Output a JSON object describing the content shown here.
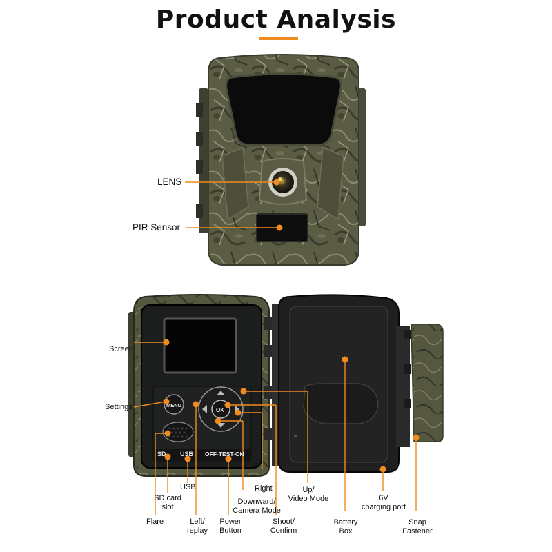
{
  "title": "Product Analysis",
  "colors": {
    "accent": "#f08c1f",
    "camo": "#56573f",
    "housing": "#1c1d1d"
  },
  "front_labels": {
    "lens": "LENS",
    "pir": "PIR Sensor"
  },
  "device_text": {
    "menu": "MENU",
    "ok": "OK",
    "sd": "SD",
    "usb": "USB",
    "switch": "OFF-TEST-ON"
  },
  "labels": {
    "screen": "Screen",
    "settings": "Settings",
    "usb": "USB",
    "sd_card_slot": [
      "SD card",
      "slot"
    ],
    "flare": "Flare",
    "left_replay": [
      "Left/",
      "replay"
    ],
    "power_button": [
      "Power",
      "Button"
    ],
    "downward": [
      "Downward/",
      "Camera Mode"
    ],
    "right": "Right",
    "shoot_confirm": [
      "Shoot/",
      "Confirm"
    ],
    "up_video": [
      "Up/",
      "Video Mode"
    ],
    "battery_box": [
      "Battery",
      "Box"
    ],
    "charging_port": [
      "6V",
      "charging port"
    ],
    "snap_fastener": [
      "Snap",
      "Fastener"
    ]
  }
}
